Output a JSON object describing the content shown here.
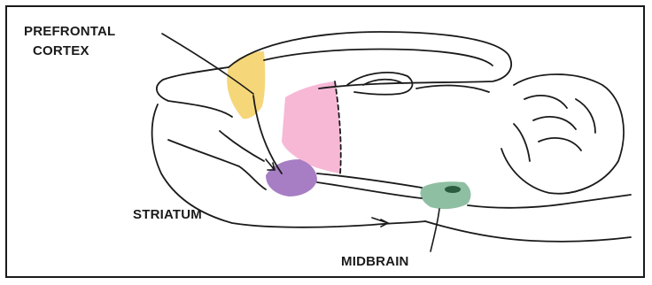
{
  "labels": {
    "prefrontal_line1": "PREFRONTAL",
    "prefrontal_line2": "CORTEX",
    "striatum": "STRIATUM",
    "midbrain": "MIDBRAIN"
  },
  "colors": {
    "prefrontal": "#f5d77a",
    "pink_region": "#f7b8d6",
    "striatum": "#a77ec4",
    "midbrain": "#8fbfa2",
    "outline": "#1a1a1a"
  }
}
